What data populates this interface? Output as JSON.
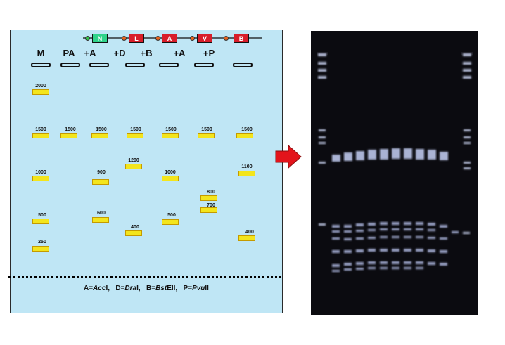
{
  "lanes": [
    {
      "label": "M",
      "bands": [
        {
          "label": "2000"
        },
        {
          "label": "1500"
        },
        {
          "label": "1000"
        },
        {
          "label": "500"
        },
        {
          "label": "250"
        }
      ]
    },
    {
      "label": "PA",
      "bands": [
        {
          "label": "1500"
        }
      ]
    },
    {
      "label": "+A",
      "bands": [
        {
          "label": "1500"
        },
        {
          "label": "900"
        },
        {
          "label": "600"
        }
      ]
    },
    {
      "label": "+D",
      "bands": [
        {
          "label": "1500"
        },
        {
          "label": "1200"
        },
        {
          "label": "400"
        }
      ]
    },
    {
      "label": "+B",
      "bands": []
    },
    {
      "label": "+A",
      "bands": [
        {
          "label": "1500"
        },
        {
          "label": "1000"
        },
        {
          "label": "500"
        }
      ]
    },
    {
      "label": "+P",
      "bands": [
        {
          "label": "1500"
        },
        {
          "label": "800"
        },
        {
          "label": "700"
        }
      ]
    },
    {
      "label": "",
      "bands": [
        {
          "label": "1500"
        },
        {
          "label": "1100"
        },
        {
          "label": "400"
        }
      ]
    }
  ],
  "gene_map": {
    "segments": [
      {
        "label": "N",
        "color": "#2fd38a"
      },
      {
        "label": "L",
        "color": "#d81e2a"
      },
      {
        "label": "A",
        "color": "#d81e2a"
      },
      {
        "label": "V",
        "color": "#d81e2a"
      },
      {
        "label": "B",
        "color": "#d81e2a"
      }
    ],
    "site_color": "#e8641f",
    "start_site_color": "#33c24a"
  },
  "legend": {
    "a_prefix": "A=",
    "a_italic": "Acc",
    "a_suffix": "I,",
    "d_prefix": "D=",
    "d_italic": "Dra",
    "d_suffix": "I,",
    "b_prefix": "B=",
    "b_italic": "Bst",
    "b_suffix": "EII,",
    "p_prefix": "P=",
    "p_italic": "Pvu",
    "p_suffix": "II"
  },
  "colors": {
    "panel_bg": "#bfe6f5",
    "band_fill": "#f3e51c",
    "arrow": "#e3141b",
    "gel_bg": "#0b0b10"
  }
}
